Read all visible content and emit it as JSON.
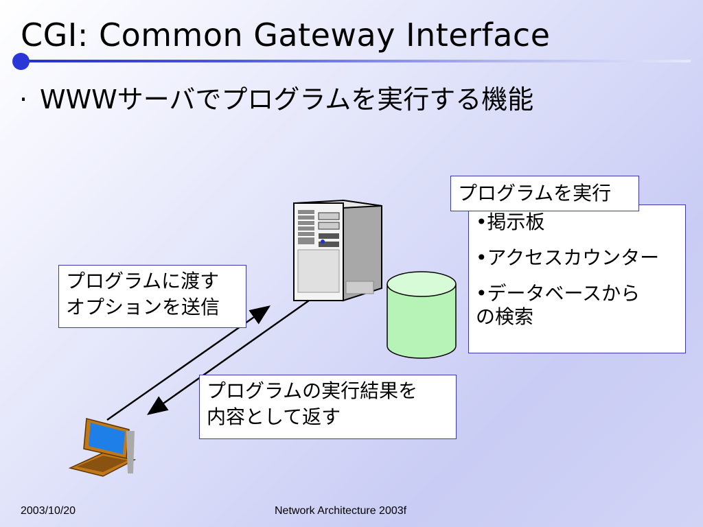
{
  "title": "CGI: Common Gateway Interface",
  "bullet": "WWWサーバでプログラムを実行する機能",
  "program_run_label": "プログラムを実行",
  "examples": [
    "•掲示板",
    "•アクセスカウンター",
    "•データベースから",
    "の検索"
  ],
  "send_options": [
    "プログラムに渡す",
    "オプションを送信"
  ],
  "return_result": [
    "プログラムの実行結果を",
    "内容として返す"
  ],
  "footer": {
    "date": "2003/10/20",
    "course": "Network Architecture 2003f"
  },
  "colors": {
    "accent": "#2a36d8",
    "database": "#b7f3b7"
  }
}
